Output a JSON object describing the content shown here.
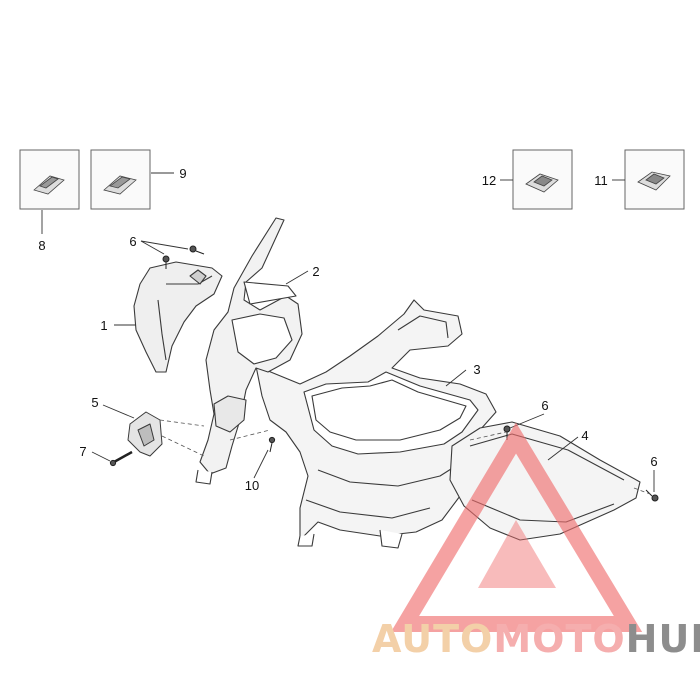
{
  "diagram": {
    "callouts": {
      "c1": "1",
      "c2": "2",
      "c3": "3",
      "c4": "4",
      "c5": "5",
      "c6a": "6",
      "c6b": "6",
      "c6c": "6",
      "c7": "7",
      "c8": "8",
      "c9": "9",
      "c10": "10",
      "c11": "11",
      "c12": "12"
    }
  },
  "watermark": {
    "part1": "AUTO",
    "part2": "MOTO",
    "part3": "HUB",
    "colors": {
      "auto": "#f2c89a",
      "moto": "#f4a0a0",
      "hub": "#7a7a7a",
      "triangle": "#ef6e6e"
    }
  }
}
